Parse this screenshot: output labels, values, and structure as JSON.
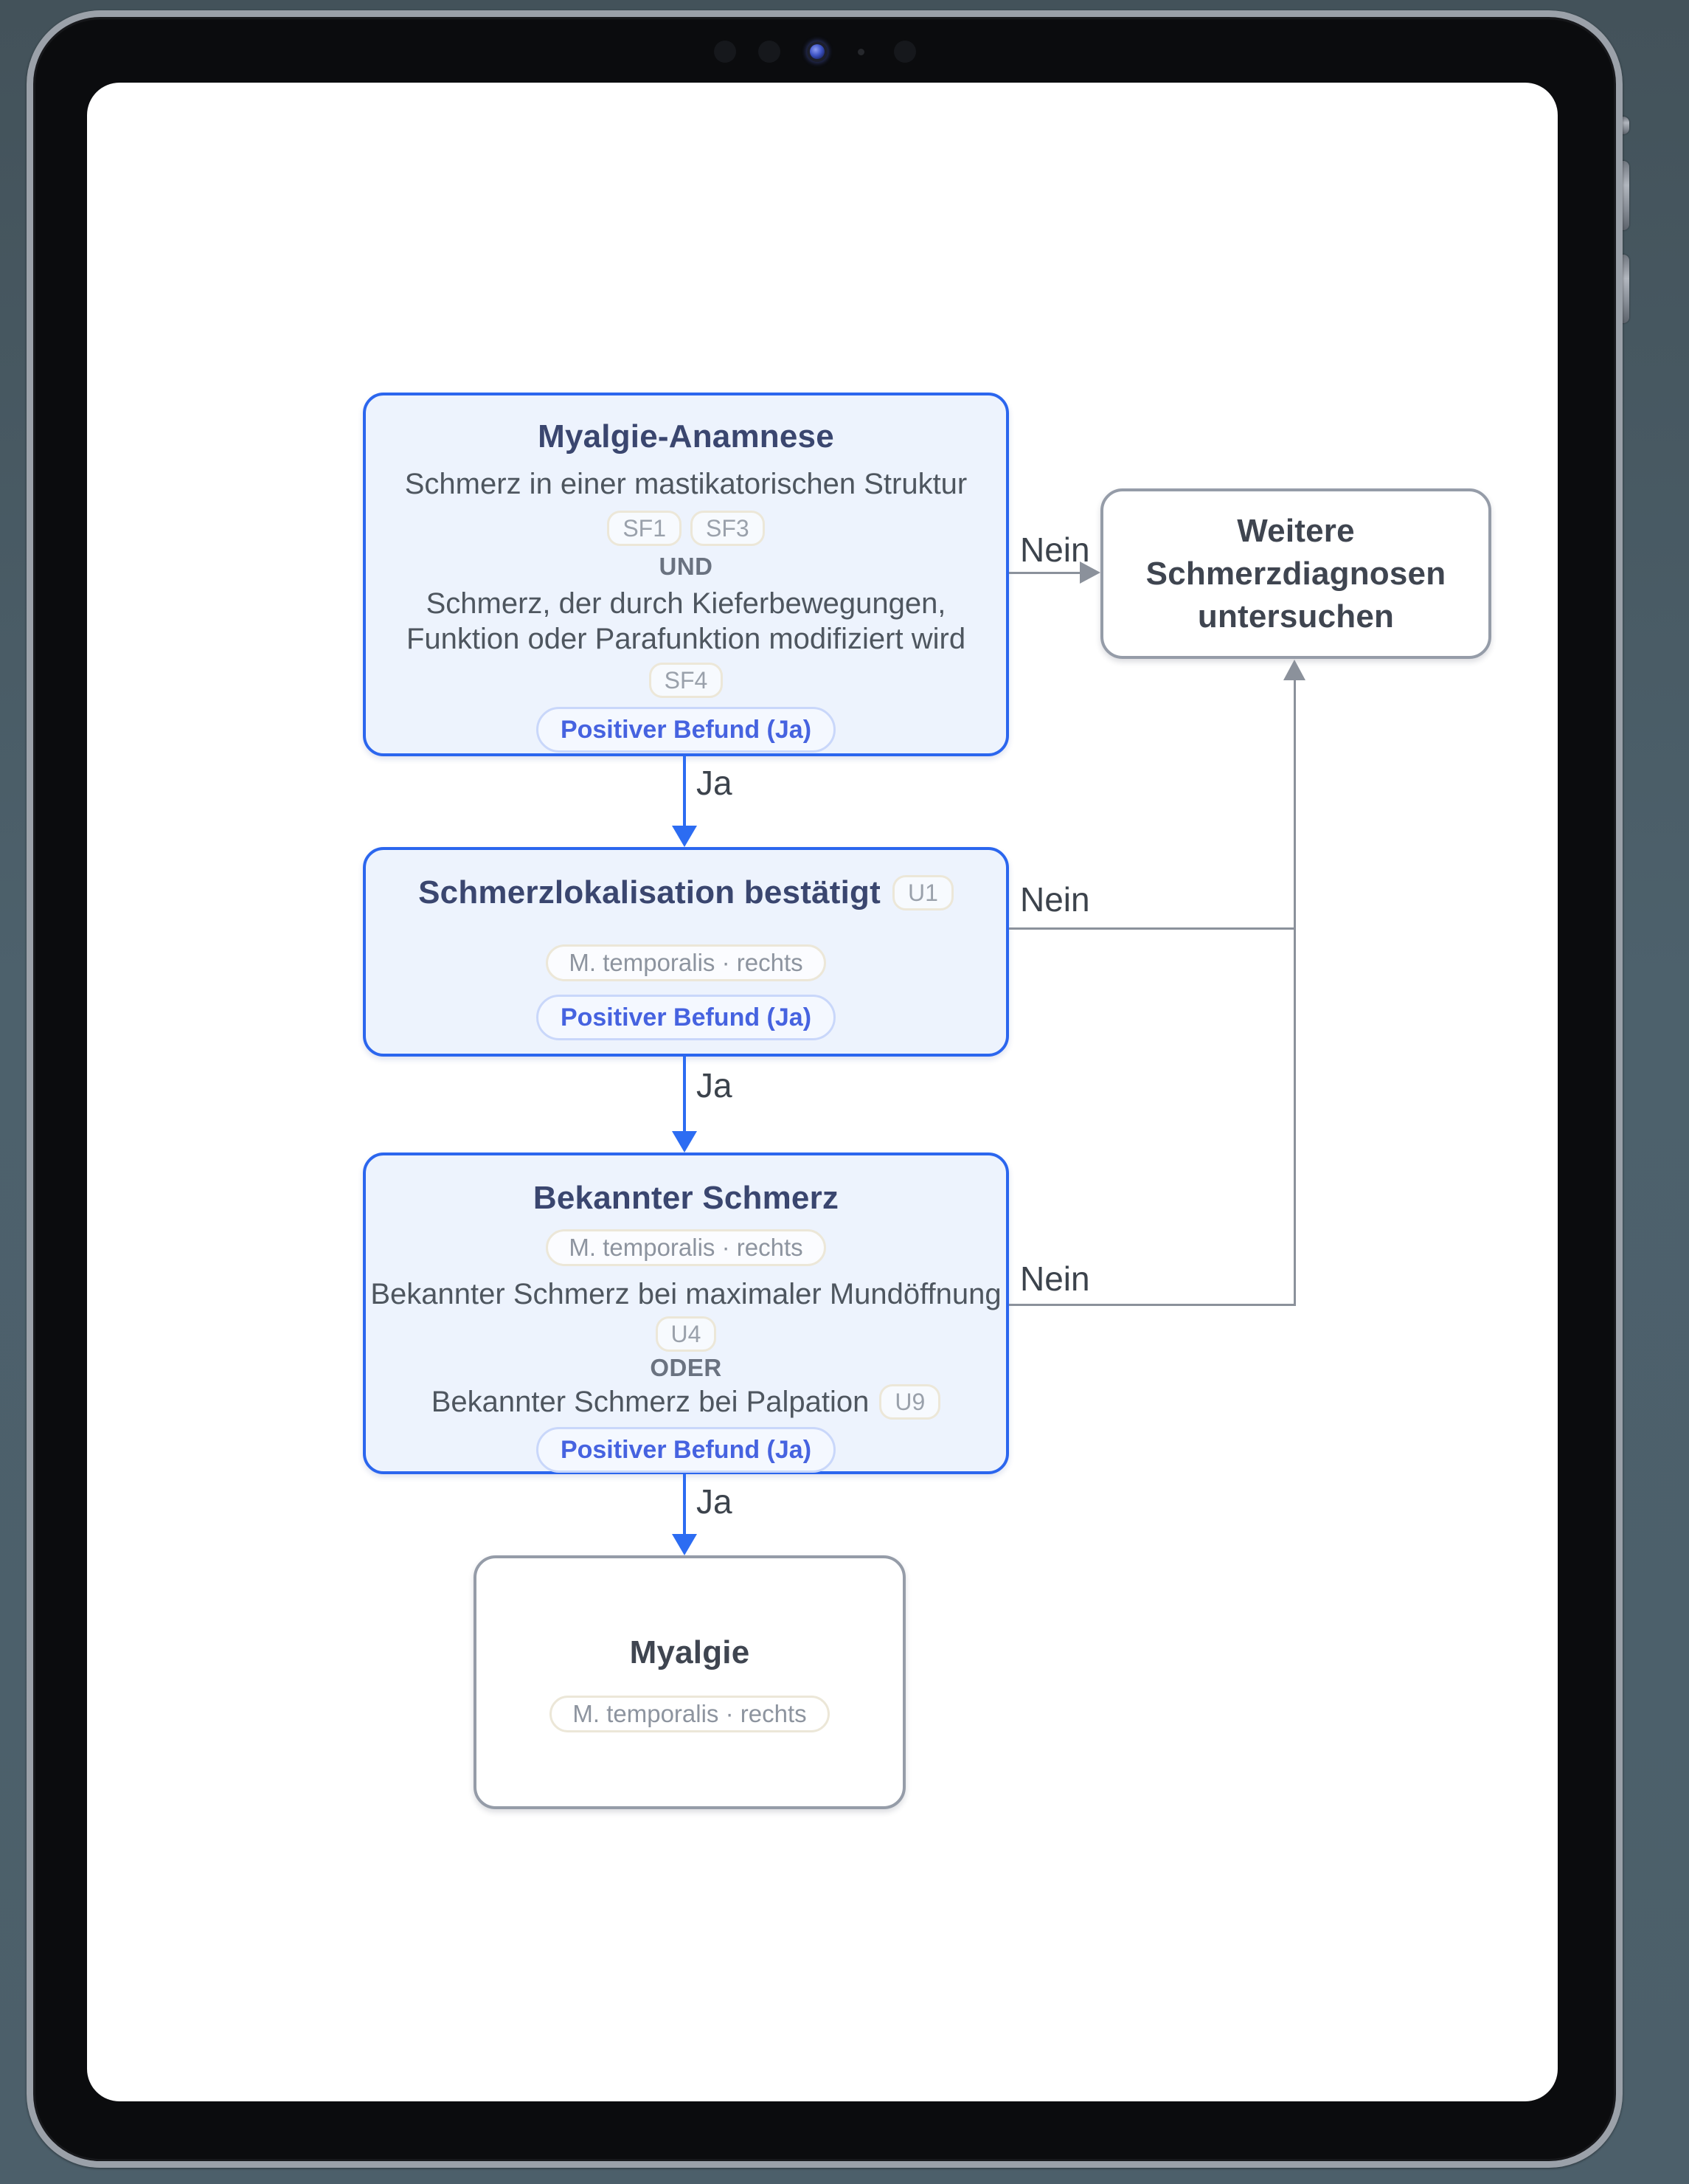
{
  "device": {
    "type": "tablet",
    "camera": {
      "lens_icon": "front-camera",
      "sensor_dots": 3,
      "mic_dot": 1
    },
    "buttons": [
      "top-button",
      "volume-up",
      "volume-down"
    ]
  },
  "colors": {
    "page_background": "#4c5f6a",
    "bezel": "#0b0c0e",
    "rim": "#9ba1a9",
    "screen": "#ffffff",
    "node_blue_bg": "#edf3fd",
    "node_blue_border": "#2b66ee",
    "node_gray_border": "#959ca8",
    "node_title": "#3a466f",
    "body_text": "#4e565f",
    "badge_text": "#9aa1ab",
    "result_pill_text": "#4663e0",
    "connector_gray": "#8b919b",
    "arrow_blue": "#2c6cf2",
    "edge_label_text": "#3c434c"
  },
  "nodes": {
    "anamnese": {
      "title": "Myalgie-Anamnese",
      "line1": "Schmerz in einer mastikatorischen Struktur",
      "badges1": [
        "SF1",
        "SF3"
      ],
      "operator": "UND",
      "line2a": "Schmerz, der durch Kieferbewegungen,",
      "line2b": "Funktion oder Parafunktion modifiziert wird",
      "badge2": "SF4",
      "result_pill": "Positiver Befund (Ja)"
    },
    "lokalisation": {
      "title": "Schmerzlokalisation bestätigt",
      "badge": "U1",
      "location_pill": "M. temporalis · rechts",
      "result_pill": "Positiver Befund (Ja)"
    },
    "bekannter": {
      "title": "Bekannter Schmerz",
      "location_pill": "M. temporalis · rechts",
      "line1": "Bekannter Schmerz bei maximaler Mundöffnung",
      "badge1": "U4",
      "operator": "ODER",
      "line2": "Bekannter Schmerz bei Palpation",
      "badge2": "U9",
      "result_pill": "Positiver Befund (Ja)"
    },
    "weitere": {
      "title": "Weitere Schmerzdiagnosen untersuchen"
    },
    "myalgie": {
      "title": "Myalgie",
      "location_pill": "M. temporalis · rechts"
    }
  },
  "edges": {
    "ja": "Ja",
    "nein": "Nein"
  }
}
